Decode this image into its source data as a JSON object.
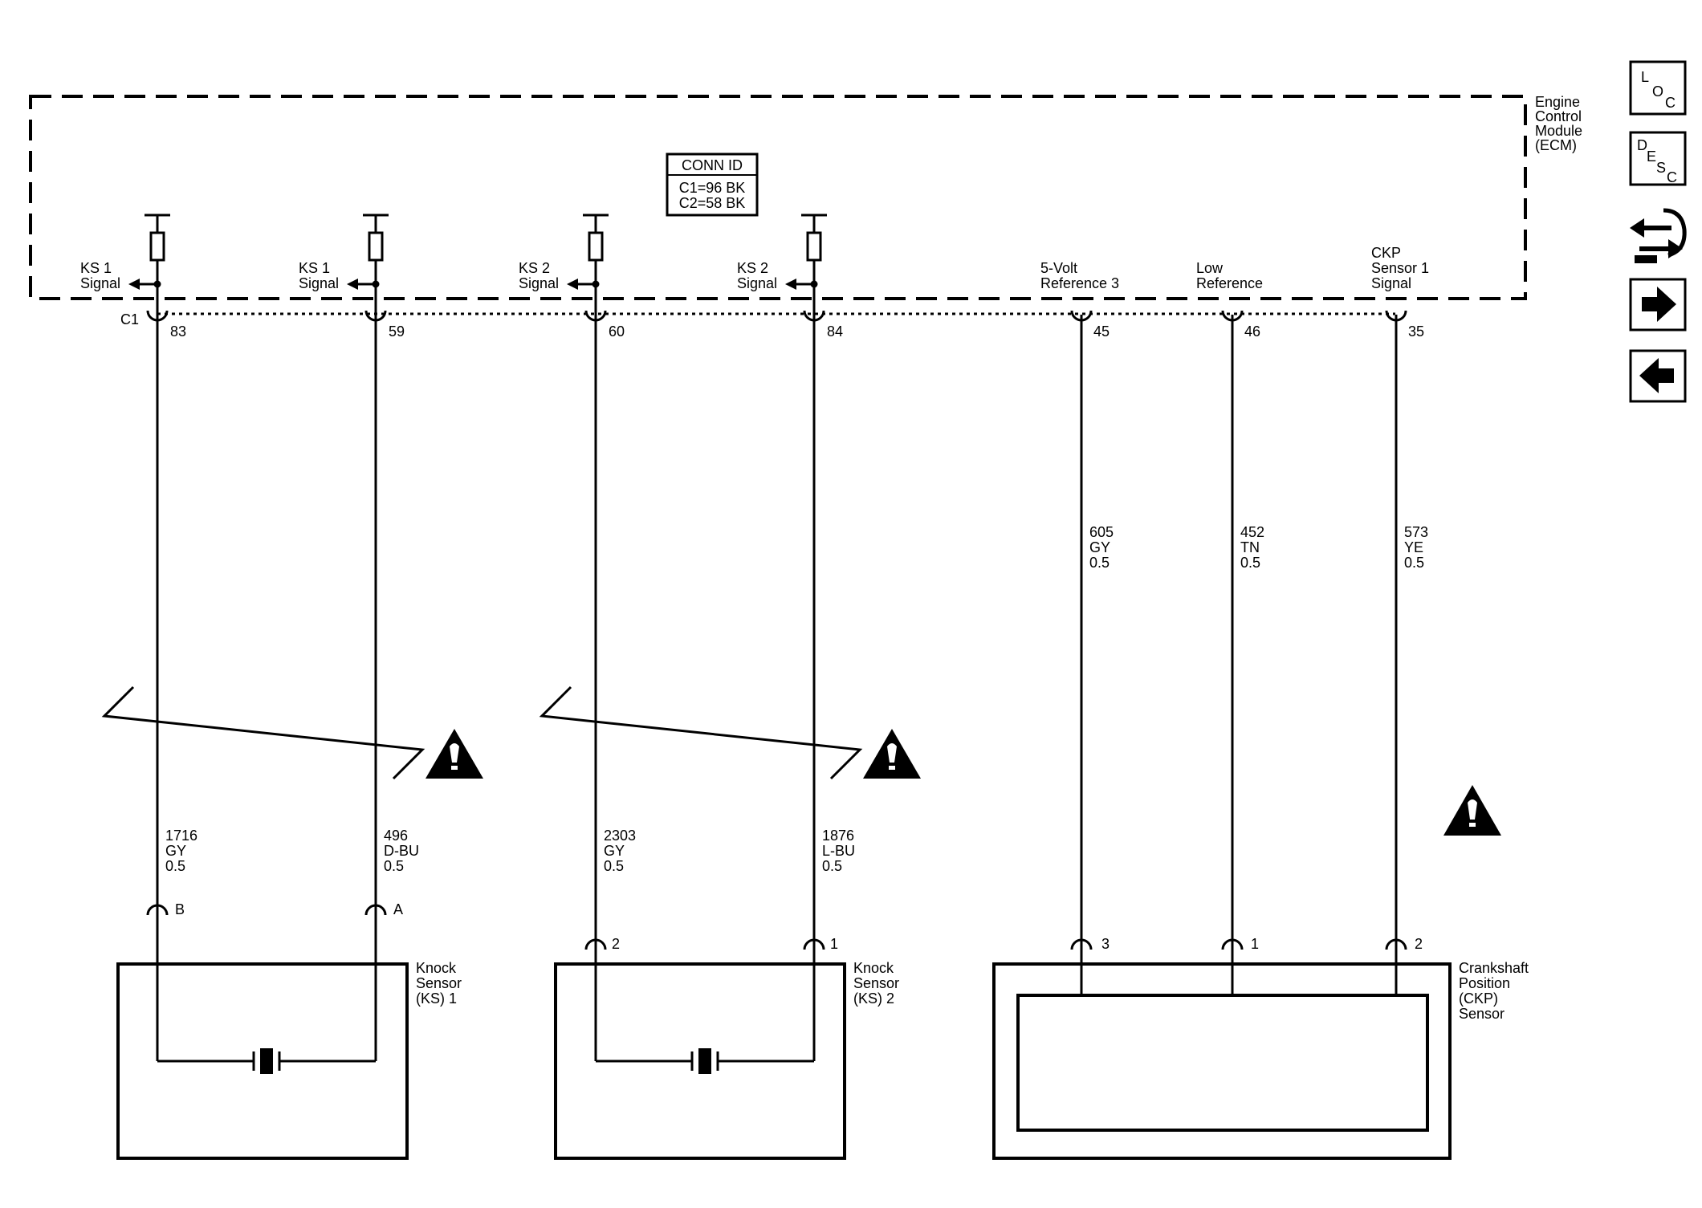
{
  "module": {
    "label_lines": [
      "Engine",
      "Control",
      "Module",
      "(ECM)"
    ],
    "conn_id": {
      "title": "CONN ID",
      "lines": [
        "C1=96 BK",
        "C2=58 BK"
      ]
    },
    "connector_name": "C1"
  },
  "pins": [
    {
      "id": "p83",
      "number": "83",
      "signal": [
        "KS 1",
        "Signal"
      ],
      "circuit": "1716",
      "color": "GY",
      "gauge": "0.5",
      "end_pin": "B"
    },
    {
      "id": "p59",
      "number": "59",
      "signal": [
        "KS 1",
        "Signal"
      ],
      "circuit": "496",
      "color": "D-BU",
      "gauge": "0.5",
      "end_pin": "A"
    },
    {
      "id": "p60",
      "number": "60",
      "signal": [
        "KS 2",
        "Signal"
      ],
      "circuit": "2303",
      "color": "GY",
      "gauge": "0.5",
      "end_pin": "2"
    },
    {
      "id": "p84",
      "number": "84",
      "signal": [
        "KS 2",
        "Signal"
      ],
      "circuit": "1876",
      "color": "L-BU",
      "gauge": "0.5",
      "end_pin": "1"
    },
    {
      "id": "p45",
      "number": "45",
      "signal": [
        "5-Volt",
        "Reference 3"
      ],
      "circuit": "605",
      "color": "GY",
      "gauge": "0.5",
      "end_pin": "3"
    },
    {
      "id": "p46",
      "number": "46",
      "signal": [
        "Low",
        "Reference"
      ],
      "circuit": "452",
      "color": "TN",
      "gauge": "0.5",
      "end_pin": "1"
    },
    {
      "id": "p35",
      "number": "35",
      "signal": [
        "CKP",
        "Sensor 1",
        "Signal"
      ],
      "circuit": "573",
      "color": "YE",
      "gauge": "0.5",
      "end_pin": "2"
    }
  ],
  "components": [
    {
      "id": "ks1",
      "label_lines": [
        "Knock",
        "Sensor",
        "(KS) 1"
      ]
    },
    {
      "id": "ks2",
      "label_lines": [
        "Knock",
        "Sensor",
        "(KS) 2"
      ]
    },
    {
      "id": "ckp",
      "label_lines": [
        "Crankshaft",
        "Position",
        "(CKP)",
        "Sensor"
      ]
    }
  ],
  "side_nav": {
    "loc": {
      "letters": [
        "L",
        "O",
        "C"
      ]
    },
    "desc": {
      "letters": [
        "D",
        "E",
        "S",
        "C"
      ]
    }
  }
}
